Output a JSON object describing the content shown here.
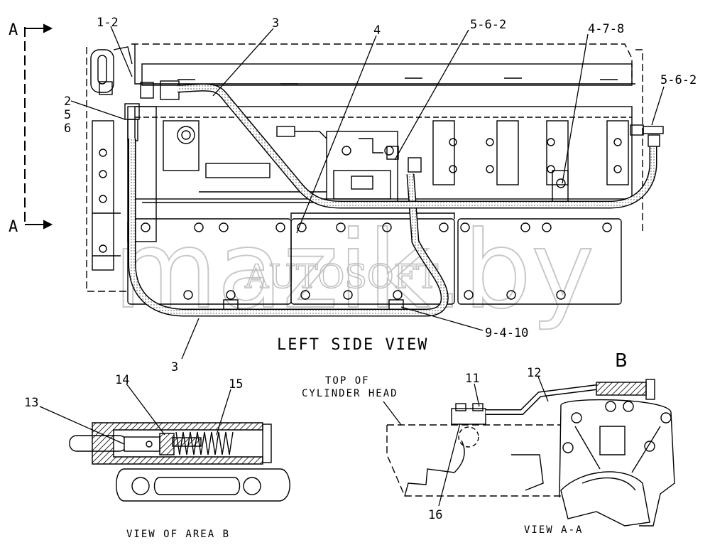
{
  "section_markers": {
    "top": "A",
    "bottom": "A"
  },
  "callouts": {
    "c_1_2": "1-2",
    "c_3_top": "3",
    "c_4": "4",
    "c_5_6_2_top": "5-6-2",
    "c_4_7_8": "4-7-8",
    "c_5_6_2_right": "5-6-2",
    "c_2": "2",
    "c_5": "5",
    "c_6": "6",
    "c_9_4_10": "9-4-10",
    "c_3_bottom": "3",
    "c_13": "13",
    "c_14": "14",
    "c_15": "15",
    "c_11": "11",
    "c_12": "12",
    "c_16": "16",
    "c_B": "B"
  },
  "views": {
    "left_side": "LEFT SIDE VIEW",
    "area_b": "VIEW OF AREA B",
    "a_a": "VIEW A-A",
    "top_of_head_1": "TOP OF",
    "top_of_head_2": "CYLINDER HEAD"
  },
  "watermark": {
    "main": "mazik.by",
    "secondary": "AUTOSOFT"
  }
}
